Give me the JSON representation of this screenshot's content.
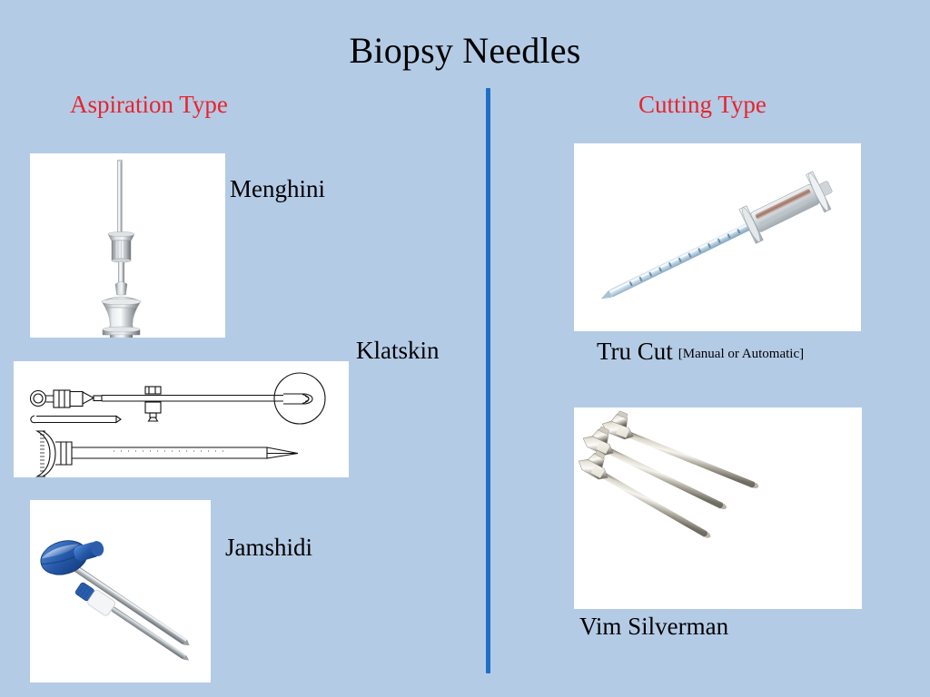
{
  "slide": {
    "title": "Biopsy Needles",
    "background_color": "#b4cbe6",
    "title_color": "#000000",
    "header_color": "#e8242a",
    "divider_color": "#1f6fc4"
  },
  "columns": {
    "left": {
      "header": "Aspiration Type",
      "items": [
        {
          "label": "Menghini",
          "image": "menghini-needle-photo"
        },
        {
          "label": "Klatskin",
          "image": "klatskin-needle-diagram"
        },
        {
          "label": "Jamshidi",
          "image": "jamshidi-needle-photo"
        }
      ]
    },
    "right": {
      "header": "Cutting Type",
      "items": [
        {
          "label": "Tru Cut",
          "sublabel": "[Manual or Automatic]",
          "image": "tru-cut-needle-photo"
        },
        {
          "label": "Vim Silverman",
          "image": "vim-silverman-needles-photo"
        }
      ]
    }
  }
}
